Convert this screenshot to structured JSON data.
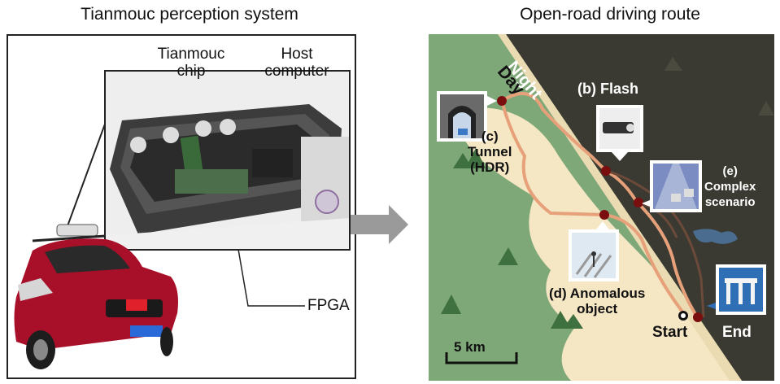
{
  "left": {
    "title": "Tianmouc perception system",
    "label_chip": "Tianmouc\nchip",
    "label_host": "Host\ncomputer",
    "label_fpga": "FPGA"
  },
  "right": {
    "title": "Open-road driving route",
    "night": "Night",
    "day": "Day",
    "flash": "(b) Flash",
    "tunnel": "(c)\nTunnel\n(HDR)",
    "complex": "(e)\nComplex\nscenario",
    "anomalous": "(d) Anomalous\nobject",
    "start": "Start",
    "end": "End",
    "scale": "5 km"
  },
  "colors": {
    "day_green": "#7ea878",
    "night_dark": "#3a3a32",
    "beige": "#f5e6c4",
    "route": "#e7a17a",
    "marker": "#7a0d0d",
    "car_red": "#a8102a"
  }
}
